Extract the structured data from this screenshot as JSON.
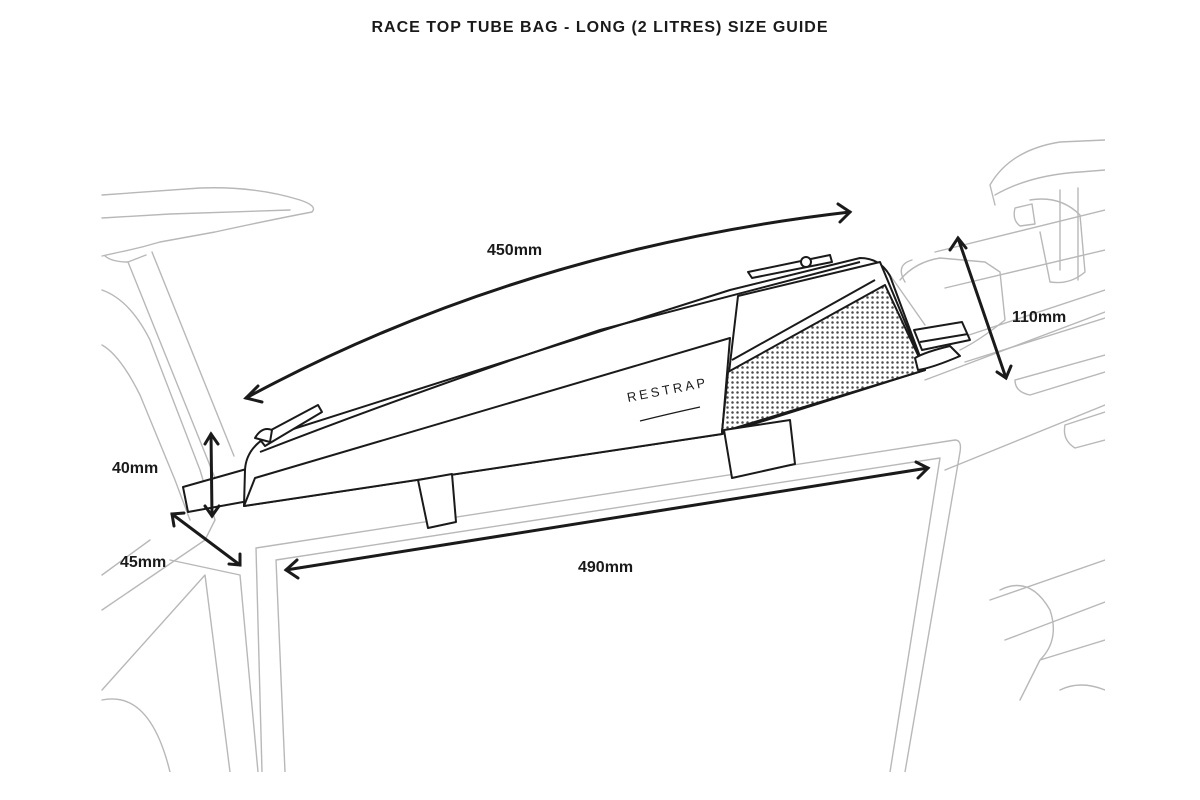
{
  "title": "RACE TOP TUBE BAG - LONG (2 LITRES) SIZE GUIDE",
  "brand": "RESTRAP",
  "dimensions": {
    "length_top": "450mm",
    "height_front": "110mm",
    "height_rear": "40mm",
    "width_rear": "45mm",
    "length_bottom": "490mm"
  },
  "colors": {
    "ink": "#1a1a1a",
    "frame_line": "#b8b8b8",
    "mesh": "#5a5a5a"
  }
}
